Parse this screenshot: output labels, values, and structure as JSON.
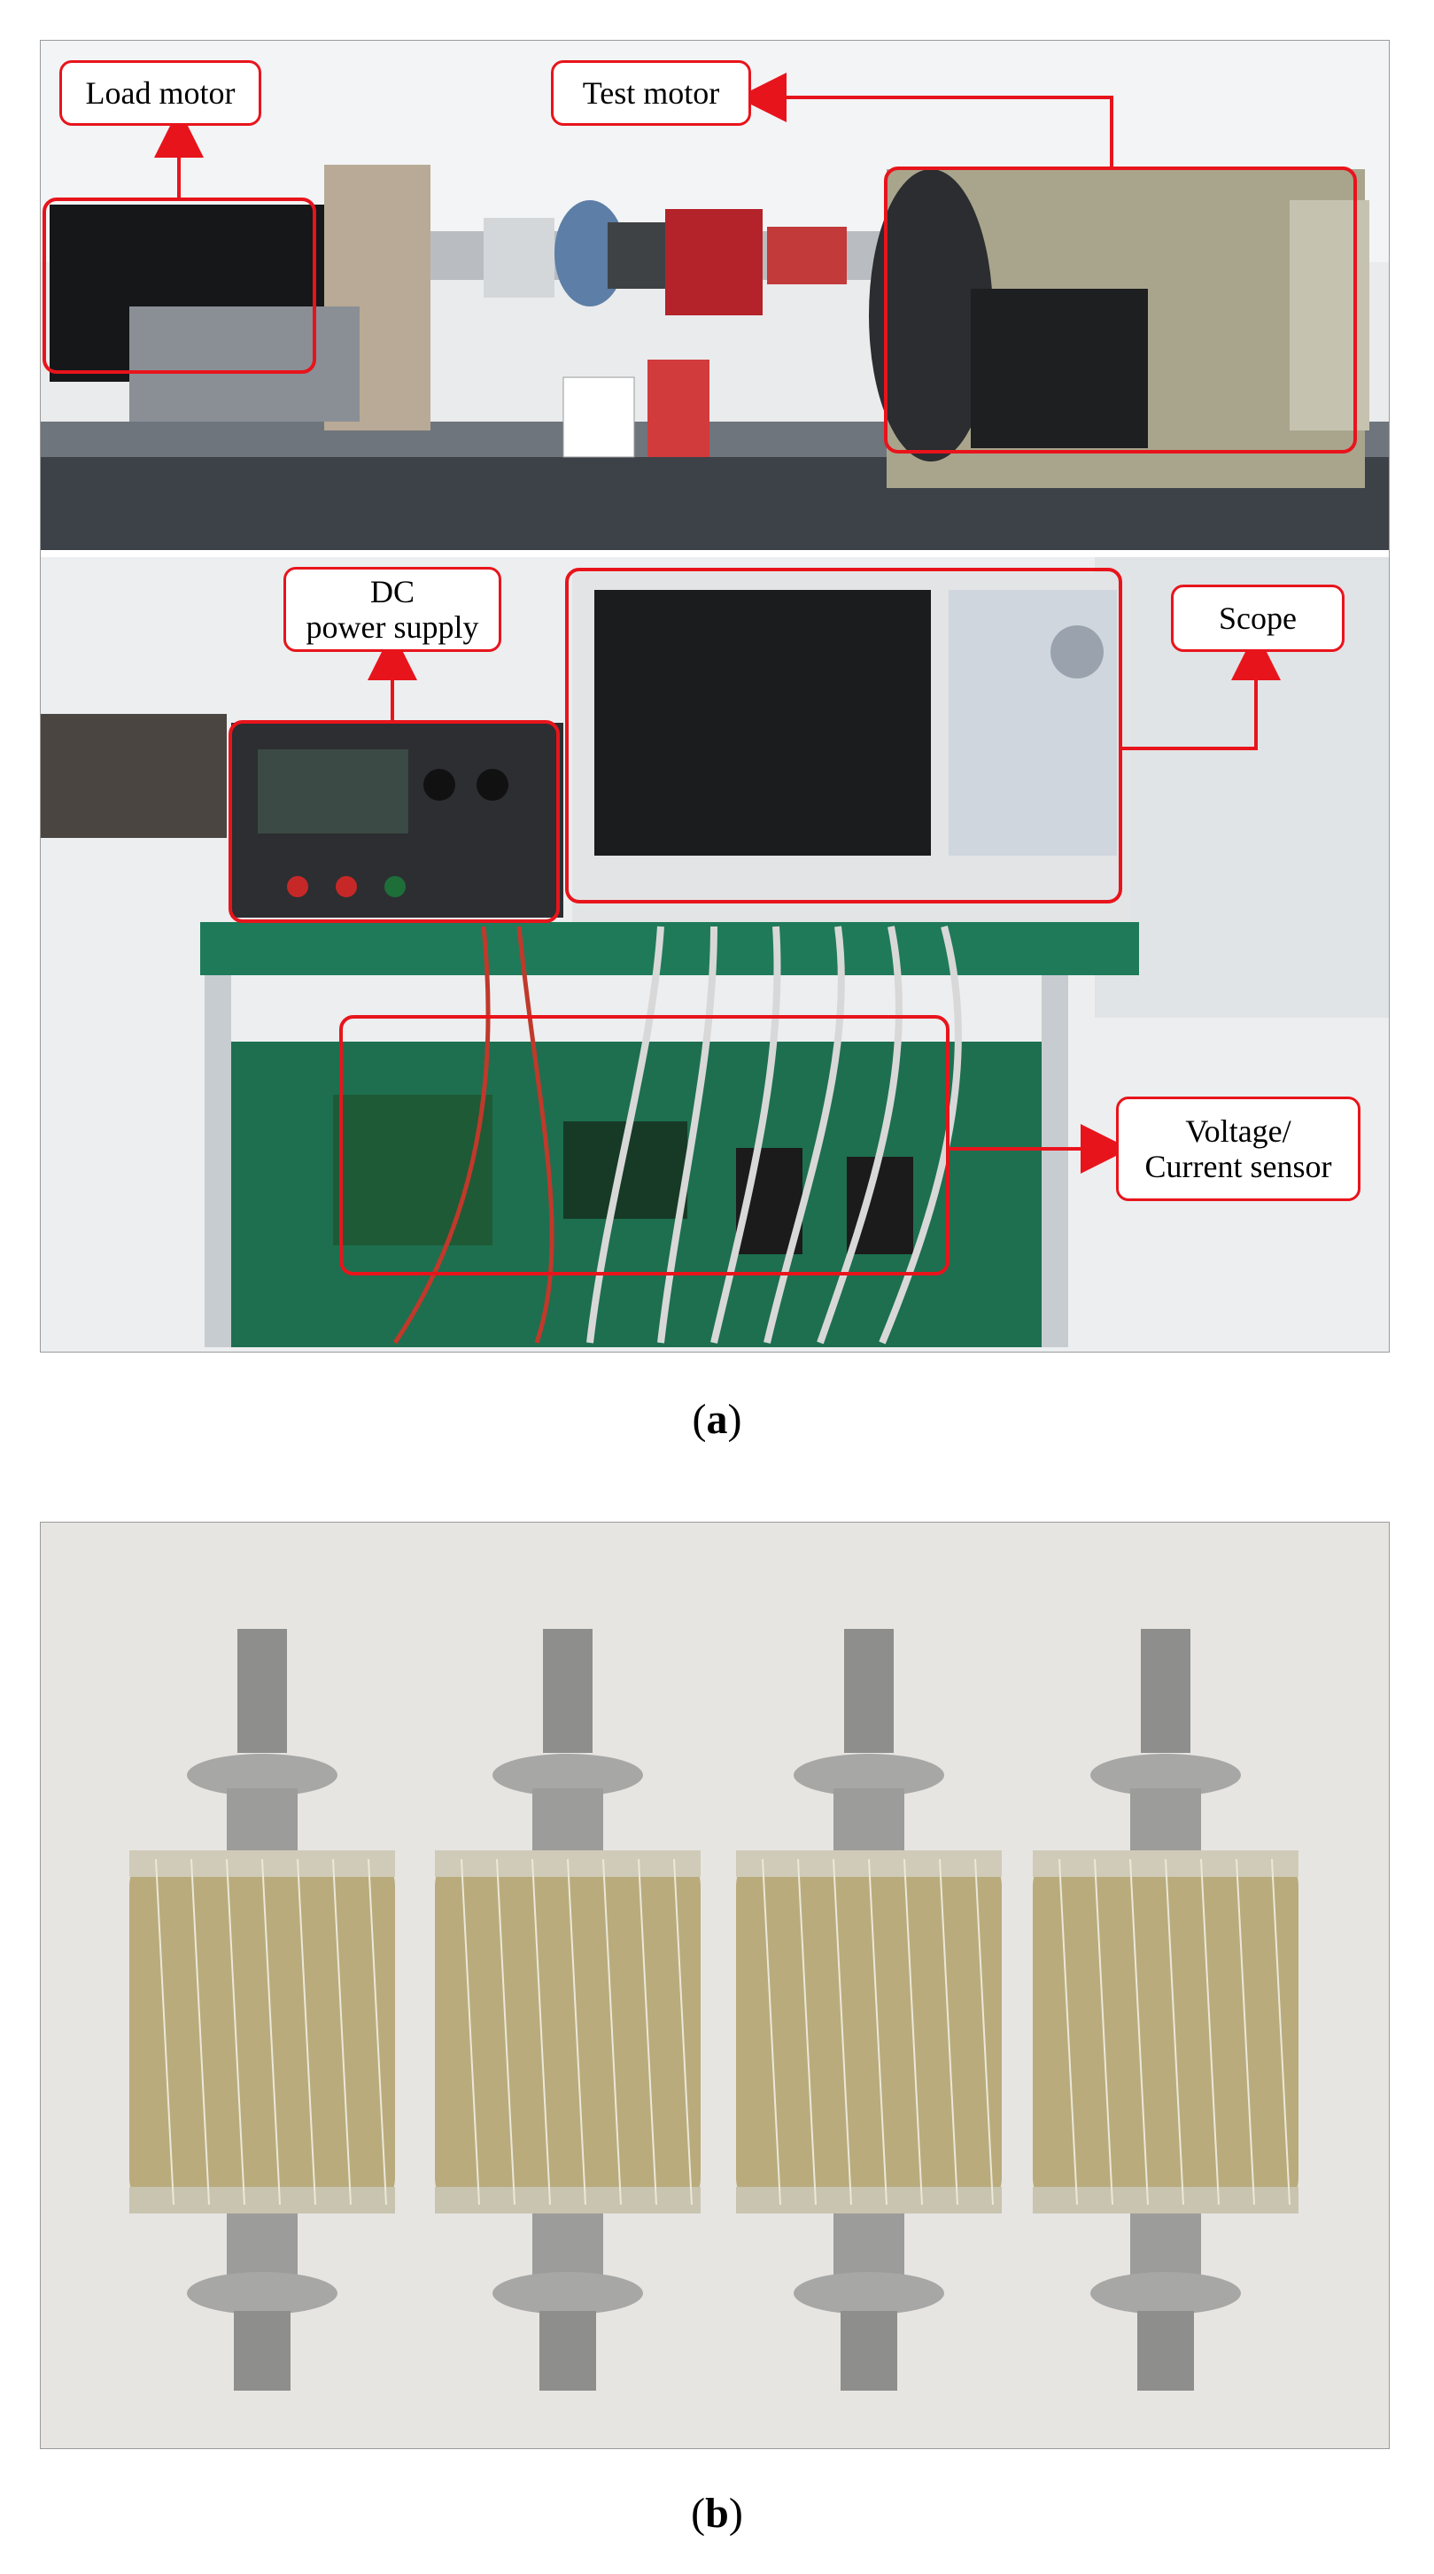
{
  "panel_a": {
    "labels": {
      "load_motor": "Load motor",
      "test_motor": "Test motor",
      "dc_power_supply": "DC\npower supply",
      "scope": "Scope",
      "sensor": "Voltage/\nCurrent sensor"
    },
    "caption_letter": "a"
  },
  "panel_b": {
    "caption_letter": "b",
    "rotor_count": 4
  },
  "colors": {
    "callout_red": "#e8141c",
    "table_green": "#1f7a5a",
    "rotor_brass": "#b9ab7c",
    "background_wall": "#eef1f4"
  }
}
